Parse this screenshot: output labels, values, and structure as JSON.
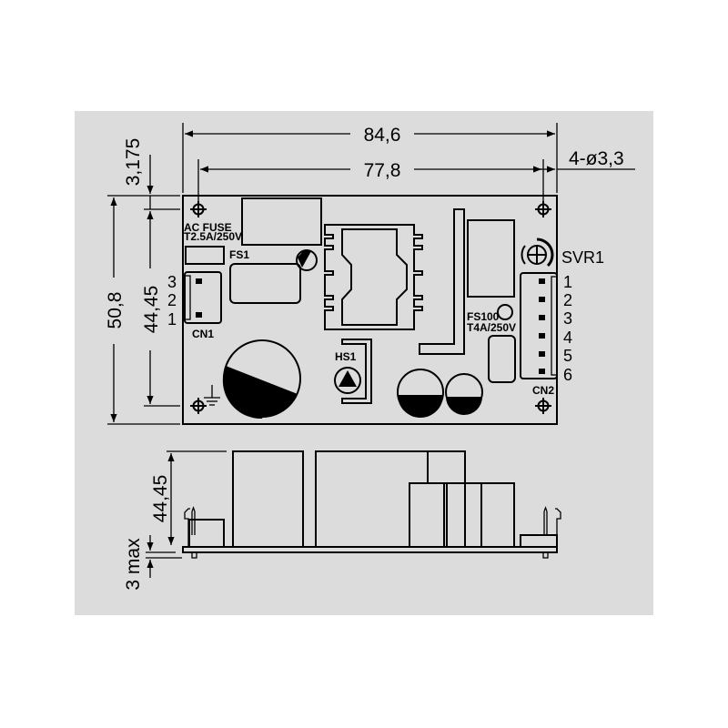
{
  "dimensions": {
    "overall_length": "84,6",
    "hole_spacing_length": "77,8",
    "holes": "4-ø3,3",
    "hole_offset": "3,175",
    "overall_width": "50,8",
    "hole_spacing_width": "44,45",
    "height": "44,45",
    "pin_length": "3 max"
  },
  "labels": {
    "ac_fuse": "AC FUSE",
    "ac_fuse_rating": "T2.5A/250V",
    "fs1": "FS1",
    "cn1": "CN1",
    "hs1": "HS1",
    "fs100": "FS100",
    "fs100_rating": "T4A/250V",
    "svr1": "SVR1",
    "cn2": "CN2"
  },
  "cn1_pins": [
    "3",
    "2",
    "1"
  ],
  "cn2_pins": [
    "1",
    "2",
    "3",
    "4",
    "5",
    "6"
  ],
  "colors": {
    "panel": "#dcdcdc",
    "line": "#000000"
  }
}
